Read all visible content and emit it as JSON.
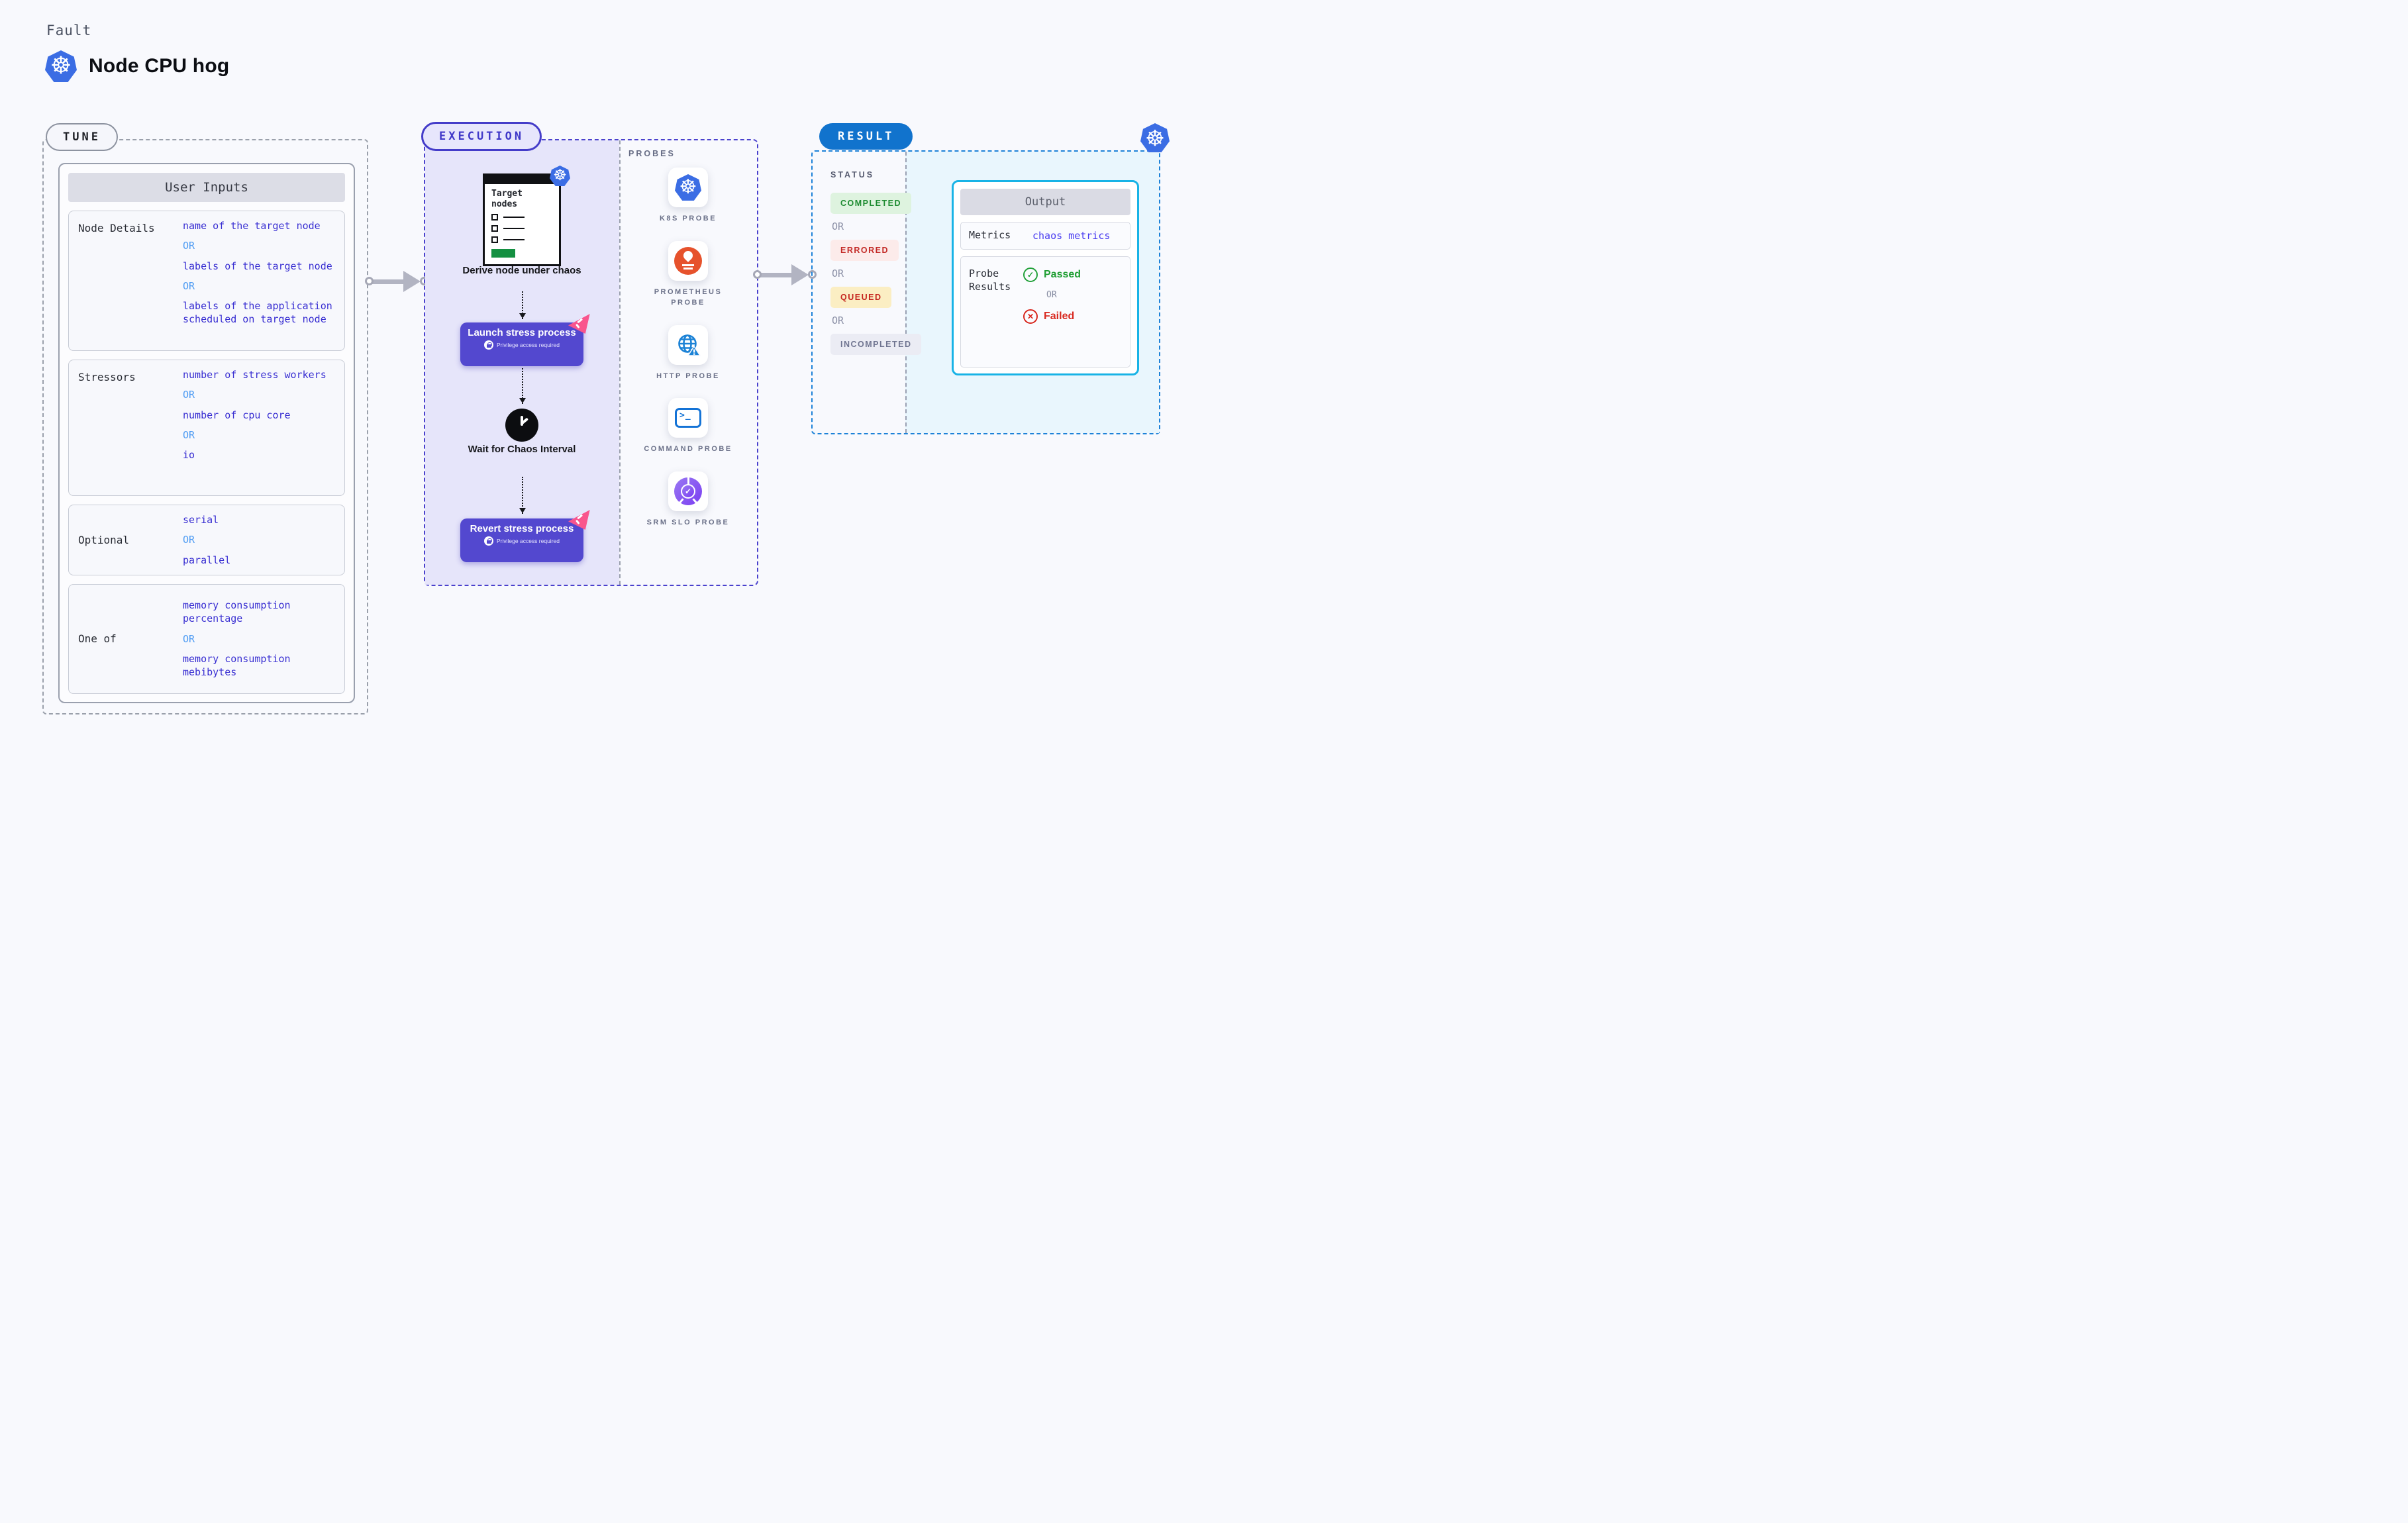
{
  "header": {
    "eyebrow": "Fault",
    "title": "Node CPU hog"
  },
  "glyphs": {
    "k8s_wheel": "☸",
    "check": "✓",
    "cross": "✕",
    "terminal_prompt": ">_"
  },
  "tune": {
    "badge": "TUNE",
    "or": "OR",
    "table_title": "User Inputs",
    "rows": [
      {
        "label": "Node Details",
        "options": [
          "name of the target node",
          "labels of the target node",
          "labels of the application scheduled on target node"
        ]
      },
      {
        "label": "Stressors",
        "options": [
          "number of stress workers",
          "number of cpu core",
          "io"
        ]
      },
      {
        "label": "Optional",
        "options": [
          "serial",
          "parallel"
        ]
      },
      {
        "label": "One of",
        "options": [
          "memory consumption percentage",
          "memory consumption mebibytes"
        ]
      }
    ]
  },
  "execution": {
    "badge": "EXECUTION",
    "doc_title": "Target nodes",
    "derive_caption": "Derive node under chaos",
    "launch_label": "Launch stress process",
    "wait_caption": "Wait for Chaos Interval",
    "revert_label": "Revert stress process",
    "privilege_note": "Privilege access required",
    "probes": {
      "title": "PROBES",
      "items": [
        {
          "name": "K8S PROBE",
          "icon": "kubernetes-icon"
        },
        {
          "name": "PROMETHEUS PROBE",
          "icon": "prometheus-icon"
        },
        {
          "name": "HTTP PROBE",
          "icon": "globe-warning-icon"
        },
        {
          "name": "COMMAND PROBE",
          "icon": "terminal-icon"
        },
        {
          "name": "SRM SLO PROBE",
          "icon": "slo-gauge-icon"
        }
      ]
    }
  },
  "result": {
    "badge": "RESULT",
    "or": "OR",
    "status": {
      "title": "STATUS",
      "completed": "COMPLETED",
      "errored": "ERRORED",
      "queued": "QUEUED",
      "incompleted": "INCOMPLETED"
    },
    "output": {
      "title": "Output",
      "metrics_label": "Metrics",
      "metrics_value": "chaos metrics",
      "probe_label": "Probe Results",
      "passed": "Passed",
      "failed": "Failed"
    }
  },
  "colors": {
    "page_bg": "#f8f9fd",
    "indigo_accent": "#5348cf",
    "execution_border": "#4a41cd",
    "lavender_panel": "#e6e5fa",
    "option_blue": "#392fd2",
    "or_blue": "#4f9cf3",
    "result_badge_blue": "#1173cd",
    "result_border_blue": "#1d82d8",
    "cyan_panel": "#e9f6fd",
    "output_border_cyan": "#18b3e6",
    "metrics_value_blue": "#4639f0",
    "passed_green": "#1f9e33",
    "failed_red": "#d8281f",
    "completed_bg": "#def3df",
    "completed_fg": "#1b8a2f",
    "errored_bg": "#fcebea",
    "errored_fg": "#c32a26",
    "queued_bg": "#fbeec3",
    "queued_fg": "#c5241d",
    "incompleted_bg": "#ebecf4",
    "incompleted_fg": "#6f7490",
    "pink_deco": "#f9558d",
    "kubernetes_blue": "#3b6de4",
    "prometheus_orange": "#e6522c",
    "doc_button_green": "#149041"
  }
}
